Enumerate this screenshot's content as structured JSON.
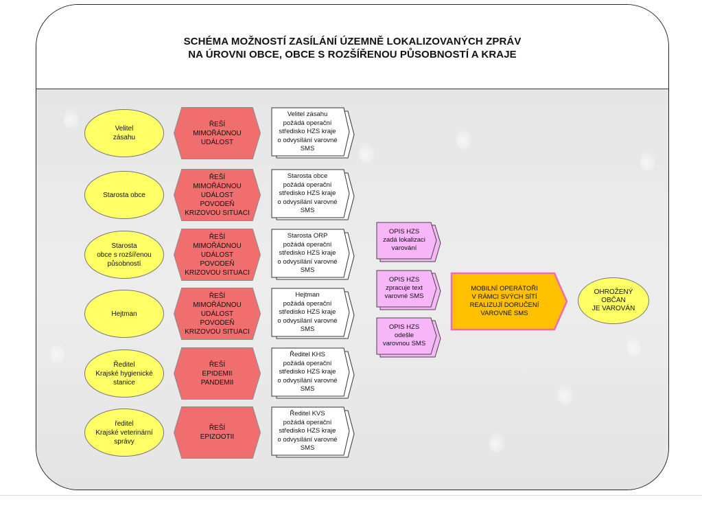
{
  "title": {
    "line1": "SCHÉMA MOŽNOSTÍ ZASÍLÁNÍ ÚZEMNĚ LOKALIZOVANÝCH ZPRÁV",
    "line2": "NA ÚROVNI OBCE, OBCE S ROZŠÍŘENOU PŮSOBNOSTÍ A KRAJE"
  },
  "colors": {
    "actor_fill": "#ffff66",
    "action_fill": "#f06e6e",
    "note_fill": "#ffffff",
    "opis_fill": "#f7b6f7",
    "operator_fill": "#ffc000",
    "operator_border": "#ee6bb4"
  },
  "rows": [
    {
      "actor": [
        "Velitel",
        "zásahu"
      ],
      "action": [
        "ŘEŠÍ",
        "MIMOŘÁDNOU",
        "UDÁLOST"
      ],
      "request": [
        "Velitel zásahu",
        "požádá operační",
        "středisko HZS kraje",
        "o odvysílání varovné",
        "SMS"
      ]
    },
    {
      "actor": [
        "Starosta obce"
      ],
      "action": [
        "ŘEŠÍ",
        "MIMOŘÁDNOU",
        "UDÁLOST",
        "POVODEŇ",
        "KRIZOVOU SITUACI"
      ],
      "request": [
        "Starosta obce",
        "požádá operační",
        "středisko HZS kraje",
        "o odvysílání varovné",
        "SMS"
      ]
    },
    {
      "actor": [
        "Starosta",
        "obce s rozšířenou",
        "působností"
      ],
      "action": [
        "ŘEŠÍ",
        "MIMOŘÁDNOU",
        "UDÁLOST",
        "POVODEŇ",
        "KRIZOVOU SITUACI"
      ],
      "request": [
        "Starosta ORP",
        "požádá operační",
        "středisko HZS kraje",
        "o odvysílání varovné",
        "SMS"
      ]
    },
    {
      "actor": [
        "Hejtman"
      ],
      "action": [
        "ŘEŠÍ",
        "MIMOŘÁDNOU",
        "UDÁLOST",
        "POVODEŇ",
        "KRIZOVOU SITUACI"
      ],
      "request": [
        "Hejtman",
        "požádá operační",
        "středisko HZS kraje",
        "o odvysílání varovné",
        "SMS"
      ]
    },
    {
      "actor": [
        "Ředitel",
        "Krajské hygienické",
        "stanice"
      ],
      "action": [
        "ŘEŠÍ",
        "EPIDEMII",
        "PANDEMII"
      ],
      "request": [
        "Ředitel KHS",
        "požádá operační",
        "středisko HZS kraje",
        "o odvysílání varovné",
        "SMS"
      ]
    },
    {
      "actor": [
        "ředitel",
        "Krajské veterinární",
        "správy"
      ],
      "action": [
        "ŘEŠÍ",
        "EPIZOOTII"
      ],
      "request": [
        "Ředitel KVS",
        "požádá operační",
        "středisko HZS kraje",
        "o odvysílání varovné",
        "SMS"
      ]
    }
  ],
  "opis": [
    [
      "OPIS HZS",
      "zadá lokalizaci",
      "varování"
    ],
    [
      "OPIS HZS",
      "zpracuje text",
      "varovné SMS"
    ],
    [
      "OPIS HZS",
      "odešle",
      "varovnou SMS"
    ]
  ],
  "operators": [
    "MOBILNÍ OPERÁTOŘI",
    "V RÁMCI SVÝCH SÍTÍ",
    "REALIZUJÍ DORUČENÍ",
    "VAROVNÉ SMS"
  ],
  "citizen": [
    "OHROŽENÝ",
    "OBČAN",
    "JE VAROVÁN"
  ]
}
